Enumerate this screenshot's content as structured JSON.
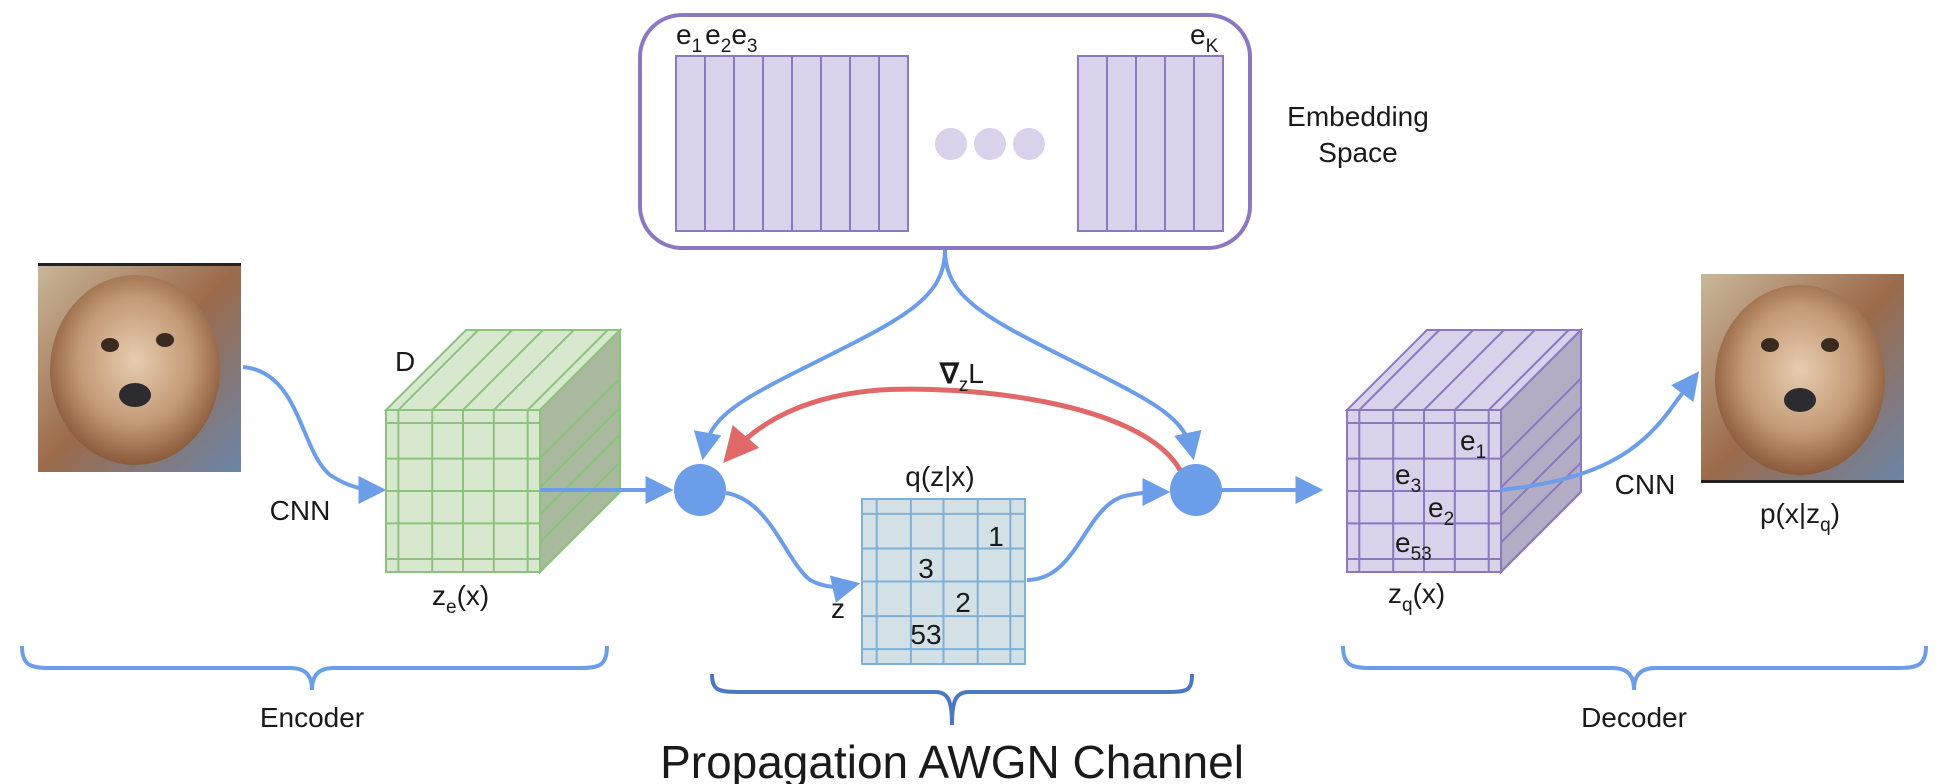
{
  "diagram": {
    "embedding": {
      "label_line1": "Embedding",
      "label_line2": "Space",
      "vec_labels": [
        {
          "base": "e",
          "sub": "1"
        },
        {
          "base": "e",
          "sub": "2"
        },
        {
          "base": "e",
          "sub": "3"
        }
      ],
      "last_label": {
        "base": "e",
        "sub": "K"
      },
      "left_block_columns": 8,
      "right_block_columns": 5,
      "fill": "#d9d2ea",
      "stroke": "#8b78c0"
    },
    "encoder": {
      "input_image": "dog-photo",
      "cnn_label": "CNN",
      "depth_label": "D",
      "output_label": {
        "base": "z",
        "sub": "e",
        "suffix": "(x)"
      },
      "cube_fill": "#d8e8cf",
      "cube_stroke": "#8cc37a",
      "brace_label": "Encoder"
    },
    "channel": {
      "gradient_label": {
        "base": "∇",
        "sub": "z",
        "suffix": "L"
      },
      "q_label": "q(z|x)",
      "z_label": "z",
      "grid_values": [
        "1",
        "3",
        "2",
        "53"
      ],
      "grid_fill": "#d3e1e6",
      "grid_stroke": "#7fb0d6",
      "gradient_color": "#e06868",
      "brace_label": "Propagation AWGN Channel"
    },
    "decoder": {
      "cube_labels": [
        {
          "base": "e",
          "sub": "1"
        },
        {
          "base": "e",
          "sub": "3"
        },
        {
          "base": "e",
          "sub": "2"
        },
        {
          "base": "e",
          "sub": "53"
        }
      ],
      "output_label": {
        "base": "z",
        "sub": "q",
        "suffix": "(x)"
      },
      "cnn_label": "CNN",
      "image_label": {
        "prefix": "p(x|z",
        "sub": "q",
        "suffix": ")"
      },
      "output_image": "reconstructed-dog-photo",
      "cube_fill": "#d9d2ea",
      "cube_stroke": "#8b78c0",
      "brace_label": "Decoder"
    },
    "arrow_color": "#6b9de8"
  }
}
